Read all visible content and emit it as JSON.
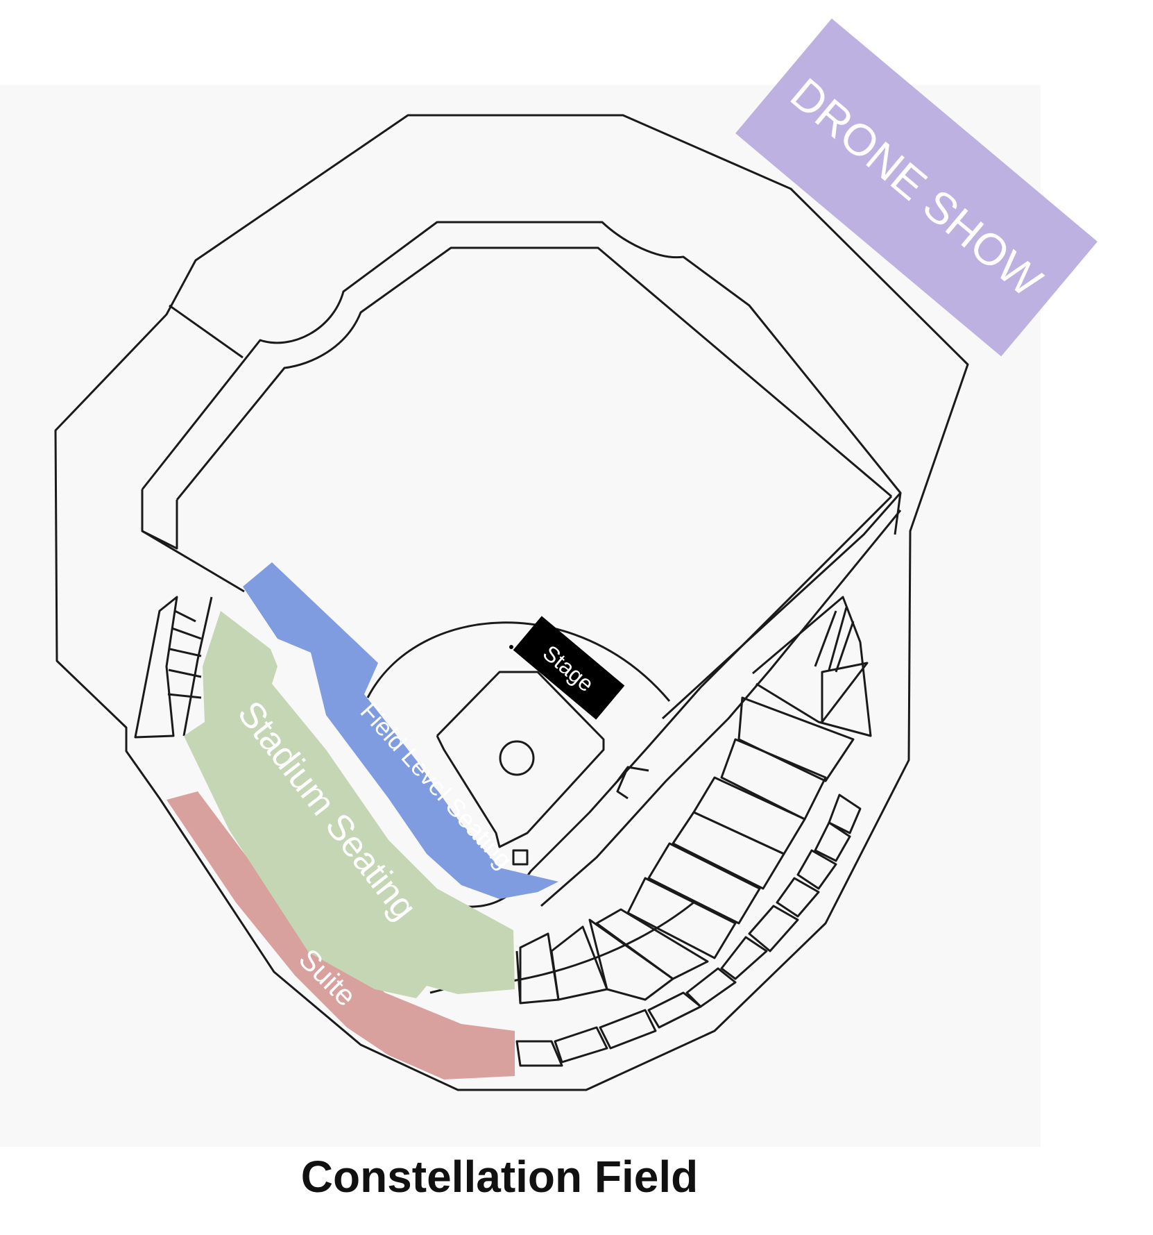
{
  "venue": {
    "name": "Constellation Field"
  },
  "zones": {
    "drone_show": {
      "label": "DRONE SHOW",
      "color": "#bcb1e0"
    },
    "stage": {
      "label": "Stage",
      "color": "#000000"
    },
    "field_level": {
      "label": "Field Level Seating",
      "color": "#7f9ce0"
    },
    "stadium": {
      "label": "Stadium Seating",
      "color": "#c4d6b3"
    },
    "suite": {
      "label": "Suite",
      "color": "#d8a19e"
    }
  },
  "colors": {
    "background_panel": "#f9f9f9",
    "outline": "#1a1a1a"
  }
}
